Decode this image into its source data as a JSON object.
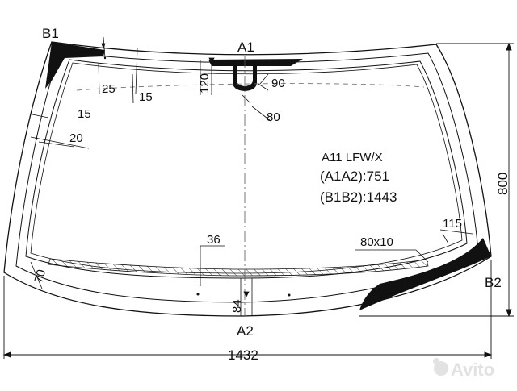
{
  "points": {
    "a1": "A1",
    "a2": "A2",
    "b1": "B1",
    "b2": "B2"
  },
  "dimensions": {
    "d25": "25",
    "d15_top": "15",
    "d120": "120",
    "d90": "90",
    "d80": "80",
    "d15_side": "15",
    "d20": "20",
    "d36": "36",
    "d80x10": "80x10",
    "d115": "115",
    "d70": "70",
    "d84": "84",
    "width": "1432",
    "height": "800"
  },
  "info": {
    "model": "A11 LFW/X",
    "a1a2": "(A1A2):751",
    "b1b2": "(B1B2):1443"
  },
  "watermark": {
    "text": "Avito"
  },
  "colors": {
    "line": "#111111",
    "fill": "#111111",
    "watermark": "#e2e2e2"
  }
}
